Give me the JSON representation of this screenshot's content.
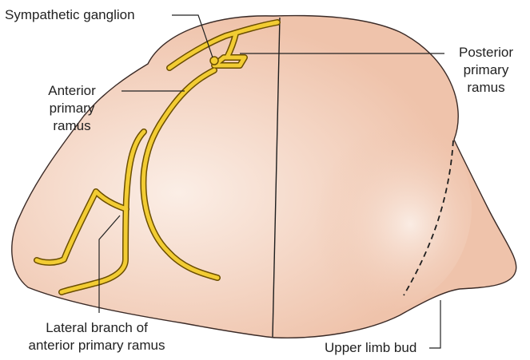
{
  "labels": {
    "sympathetic_ganglion": "Sympathetic ganglion",
    "posterior_primary_ramus": [
      "Posterior",
      "primary",
      "ramus"
    ],
    "anterior_primary_ramus": [
      "Anterior",
      "primary",
      "ramus"
    ],
    "lateral_branch": [
      "Lateral branch of",
      "anterior primary ramus"
    ],
    "upper_limb_bud": "Upper limb bud"
  },
  "colors": {
    "body_fill": "#efc3ab",
    "body_highlight": "#fbeee6",
    "body_outline": "#3a2a26",
    "nerve_fill": "#f2cc33",
    "nerve_outline": "#6b4e00",
    "leader_line": "#222222",
    "text": "#222222"
  }
}
